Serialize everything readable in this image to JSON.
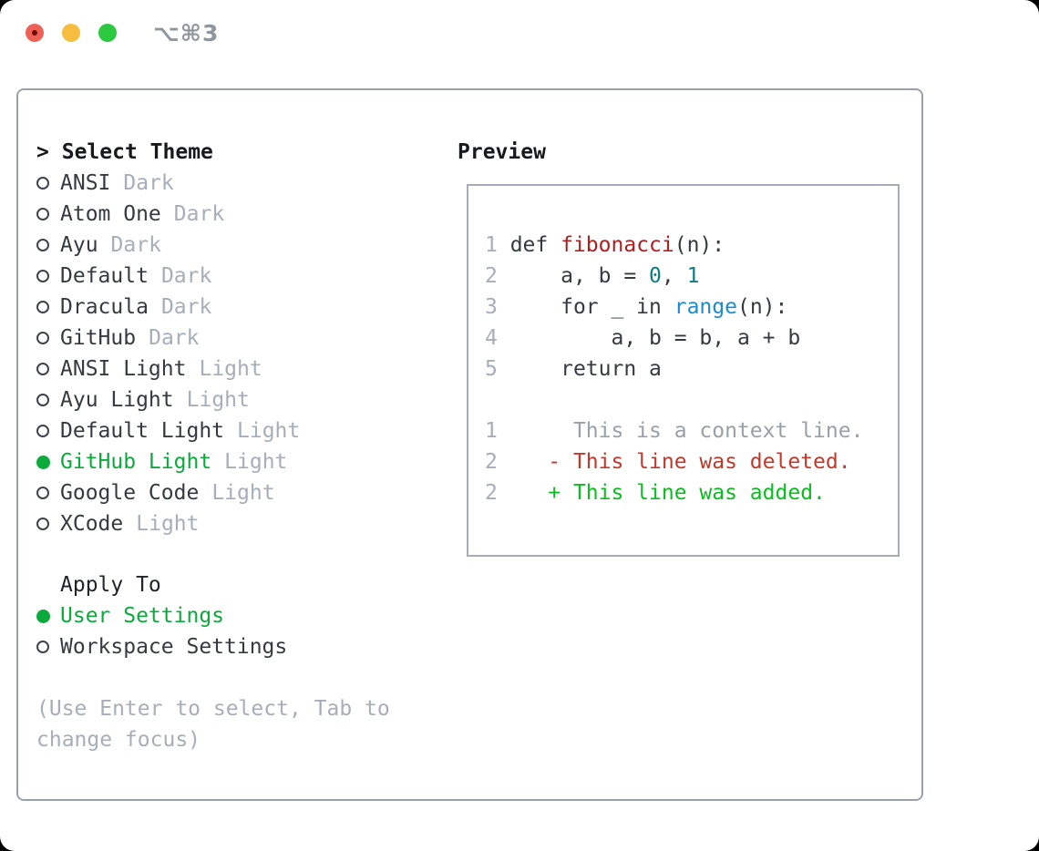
{
  "window": {
    "title": "⌥⌘3",
    "traffic_lights": [
      "close",
      "minimize",
      "zoom"
    ]
  },
  "colors": {
    "selected_green": "#0caa3c",
    "diff_added_green": "#0bbd20",
    "diff_deleted_red": "#c0392b",
    "function_red": "#ad2022",
    "literal_teal": "#0b7d86",
    "call_blue": "#1d8cce",
    "muted_gray": "#a6aeb9",
    "text_dark": "#343a40",
    "panel_border": "#99a1ad",
    "traffic_red": "#ee6156",
    "traffic_yellow": "#f7bd40",
    "traffic_green": "#2bc840"
  },
  "left": {
    "header_prefix": ">",
    "header": "Select Theme",
    "themes": [
      {
        "name": "ANSI",
        "tag": "Dark",
        "selected": false
      },
      {
        "name": "Atom One",
        "tag": "Dark",
        "selected": false
      },
      {
        "name": "Ayu",
        "tag": "Dark",
        "selected": false
      },
      {
        "name": "Default",
        "tag": "Dark",
        "selected": false
      },
      {
        "name": "Dracula",
        "tag": "Dark",
        "selected": false
      },
      {
        "name": "GitHub",
        "tag": "Dark",
        "selected": false
      },
      {
        "name": "ANSI Light",
        "tag": "Light",
        "selected": false
      },
      {
        "name": "Ayu Light",
        "tag": "Light",
        "selected": false
      },
      {
        "name": "Default Light",
        "tag": "Light",
        "selected": false
      },
      {
        "name": "GitHub Light",
        "tag": "Light",
        "selected": true
      },
      {
        "name": "Google Code",
        "tag": "Light",
        "selected": false
      },
      {
        "name": "XCode",
        "tag": "Light",
        "selected": false
      }
    ],
    "apply_to": {
      "label": "Apply To",
      "options": [
        {
          "name": "User Settings",
          "selected": true
        },
        {
          "name": "Workspace Settings",
          "selected": false
        }
      ]
    },
    "hint": "(Use Enter to select, Tab to change focus)"
  },
  "preview": {
    "label": "Preview",
    "lines": [
      [
        {
          "c": "ln",
          "t": "1"
        },
        {
          "c": "plain",
          "t": " def "
        },
        {
          "c": "func",
          "t": "fibonacci"
        },
        {
          "c": "plain",
          "t": "(n):"
        }
      ],
      [
        {
          "c": "ln",
          "t": "2"
        },
        {
          "c": "plain",
          "t": "     a, b = "
        },
        {
          "c": "literal",
          "t": "0"
        },
        {
          "c": "plain",
          "t": ", "
        },
        {
          "c": "literal",
          "t": "1"
        }
      ],
      [
        {
          "c": "ln",
          "t": "3"
        },
        {
          "c": "plain",
          "t": "     for _ in "
        },
        {
          "c": "call",
          "t": "range"
        },
        {
          "c": "plain",
          "t": "(n):"
        }
      ],
      [
        {
          "c": "ln",
          "t": "4"
        },
        {
          "c": "plain",
          "t": "         a, b = b, a + b"
        }
      ],
      [
        {
          "c": "ln",
          "t": "5"
        },
        {
          "c": "plain",
          "t": "     return a"
        }
      ],
      [],
      [
        {
          "c": "ln",
          "t": "1"
        },
        {
          "c": "ctx",
          "t": "      This is a context line."
        }
      ],
      [
        {
          "c": "ln",
          "t": "2"
        },
        {
          "c": "del",
          "t": "    - This line was deleted."
        }
      ],
      [
        {
          "c": "ln",
          "t": "2"
        },
        {
          "c": "add",
          "t": "    + This line was added."
        }
      ]
    ]
  }
}
